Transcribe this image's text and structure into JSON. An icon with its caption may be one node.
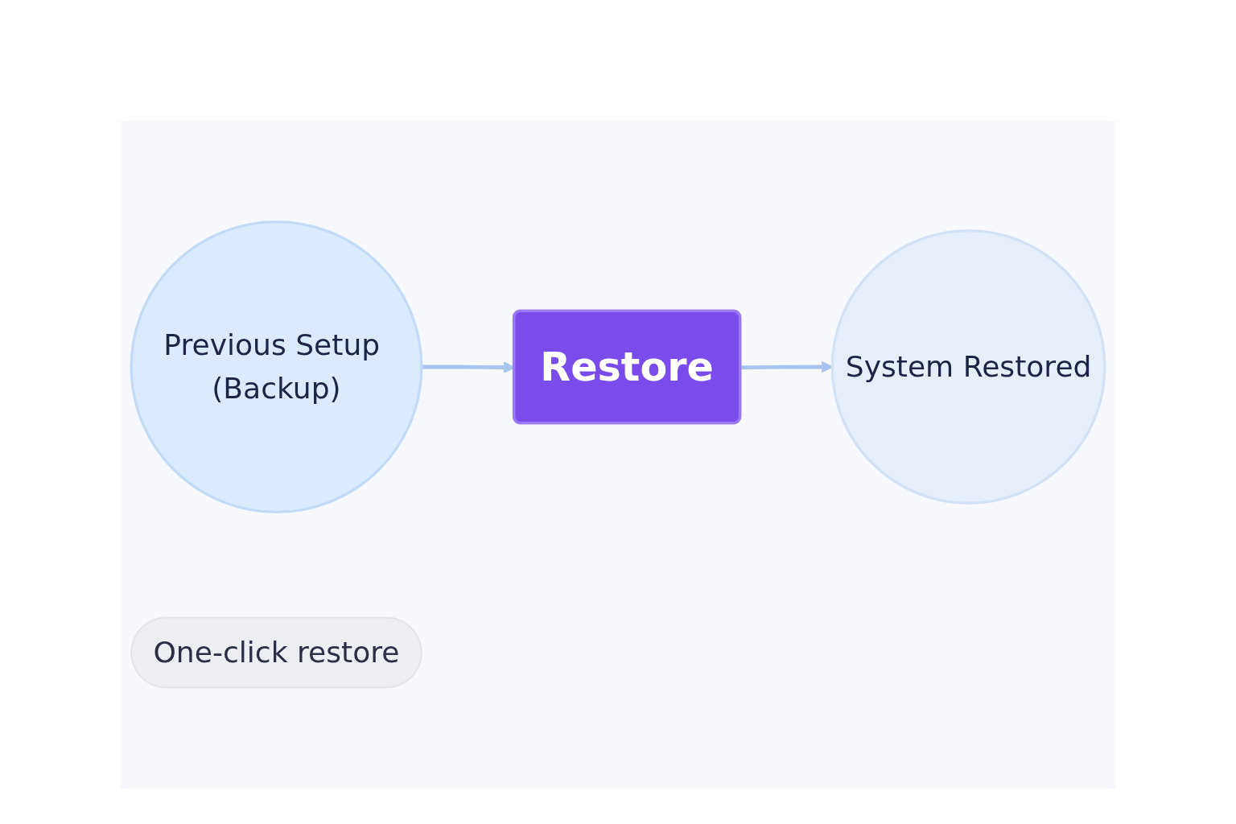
{
  "diagram": {
    "nodes": [
      {
        "text": [
          "Previous Setup (Backup)"
        ]
      },
      {
        "text": [
          "Restore"
        ]
      },
      {
        "text": [
          "System Restored"
        ]
      },
      {
        "text": [
          "One-click restore"
        ]
      }
    ],
    "edges": [
      {
        "from": 0,
        "to": 1,
        "arrow": "to"
      },
      {
        "from": 1,
        "to": 2,
        "arrow": "to"
      }
    ]
  }
}
